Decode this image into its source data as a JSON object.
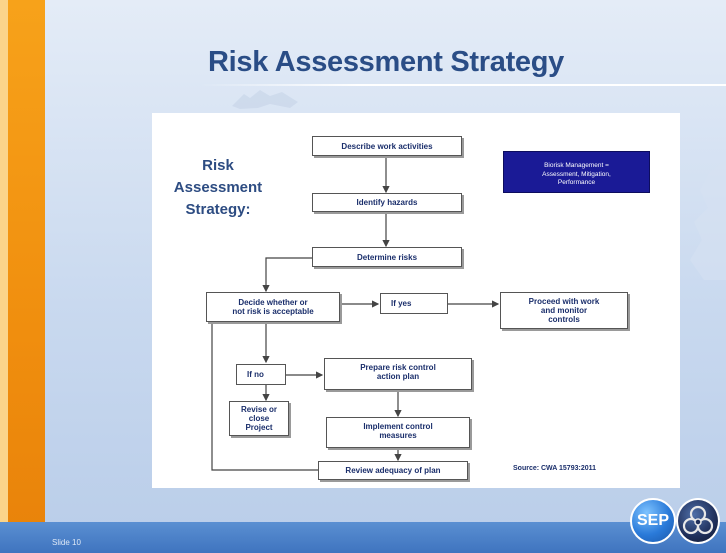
{
  "slide": {
    "title": "Risk Assessment Strategy",
    "number_label": "Slide 10",
    "logo_text": "SEP"
  },
  "diagram": {
    "side_title_lines": [
      "Risk",
      "Assessment",
      "Strategy:"
    ],
    "legend_lines": [
      "Biorisk  Management =",
      "Assessment,  Mitigation,",
      "Performance"
    ],
    "source": "Source: CWA 15793:2011",
    "nodes": {
      "describe": "Describe work activities",
      "identify": "Identify hazards",
      "determine": "Determine risks",
      "decide": [
        "Decide whether or",
        "not risk is acceptable"
      ],
      "if_yes": "If yes",
      "proceed": [
        "Proceed with work",
        "and monitor",
        "controls"
      ],
      "if_no": "If no",
      "prepare": [
        "Prepare risk control",
        "action plan"
      ],
      "revise": [
        "Revise or",
        "close",
        "Project"
      ],
      "implement": [
        "Implement control",
        "measures"
      ],
      "review": "Review adequacy of plan"
    }
  }
}
